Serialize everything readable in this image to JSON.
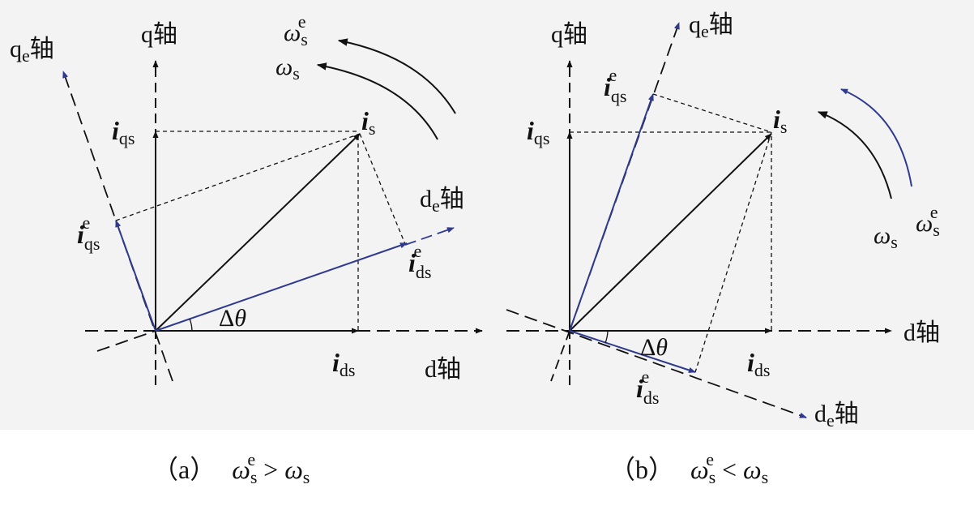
{
  "colors": {
    "ink": "#111111",
    "blue": "#2f3a8f",
    "panel_bg": "#f3f3f3",
    "page_bg": "#ffffff"
  },
  "panel_a": {
    "q_axis": "q轴",
    "qe_axis": "qe轴",
    "d_axis": "d轴",
    "de_axis": "de轴",
    "is": "is",
    "iqs": "iqs",
    "ids": "ids",
    "iqs_e": "iqs e",
    "ids_e": "ids e",
    "delta_theta": "Δθ",
    "omega_s_e": "ωs e",
    "omega_s": "ωs",
    "caption": "（a） ωs e > ωs"
  },
  "panel_b": {
    "q_axis": "q轴",
    "qe_axis": "qe轴",
    "d_axis": "d轴",
    "de_axis": "de轴",
    "is": "is",
    "iqs": "iqs",
    "ids": "ids",
    "iqs_e": "iqs e",
    "ids_e": "ids e",
    "delta_theta": "Δθ",
    "omega_s_e": "ωs e",
    "omega_s": "ωs",
    "caption": "（b） ωs e < ωs"
  }
}
